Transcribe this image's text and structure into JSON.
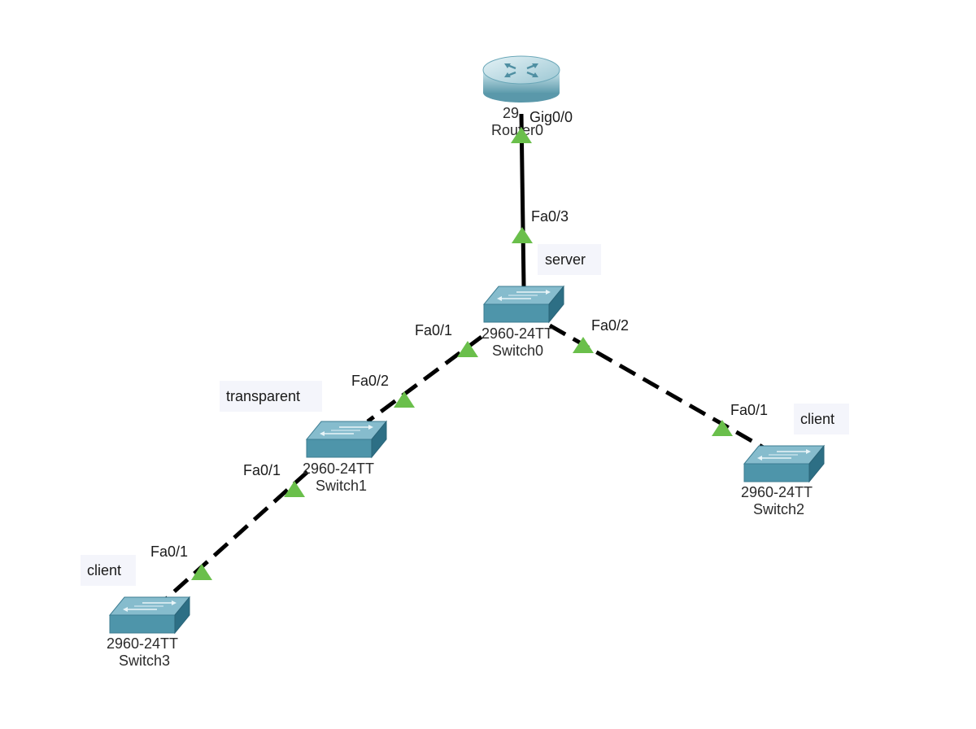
{
  "colors": {
    "link": "#000000",
    "port_indicator": "#6abf4b",
    "switch_top": "#7fb6c9",
    "switch_front": "#4f93a8",
    "switch_side": "#2f7086",
    "router_body": "#8fbfcc",
    "note_bg": "#f4f5fb"
  },
  "devices": {
    "router0": {
      "model": "29",
      "name": "Router0",
      "icon": "router-icon"
    },
    "switch0": {
      "model": "2960-24TT",
      "name": "Switch0",
      "icon": "switch-icon"
    },
    "switch1": {
      "model": "2960-24TT",
      "name": "Switch1",
      "icon": "switch-icon"
    },
    "switch2": {
      "model": "2960-24TT",
      "name": "Switch2",
      "icon": "switch-icon"
    },
    "switch3": {
      "model": "2960-24TT",
      "name": "Switch3",
      "icon": "switch-icon"
    }
  },
  "ports": {
    "router0_gig00": "Gig0/0",
    "switch0_fa03": "Fa0/3",
    "switch0_fa01": "Fa0/1",
    "switch0_fa02": "Fa0/2",
    "switch1_fa02": "Fa0/2",
    "switch1_fa01": "Fa0/1",
    "switch2_fa01": "Fa0/1",
    "switch3_fa01": "Fa0/1"
  },
  "notes": {
    "switch0_mode": "server",
    "switch1_mode": "transparent",
    "switch2_mode": "client",
    "switch3_mode": "client"
  }
}
